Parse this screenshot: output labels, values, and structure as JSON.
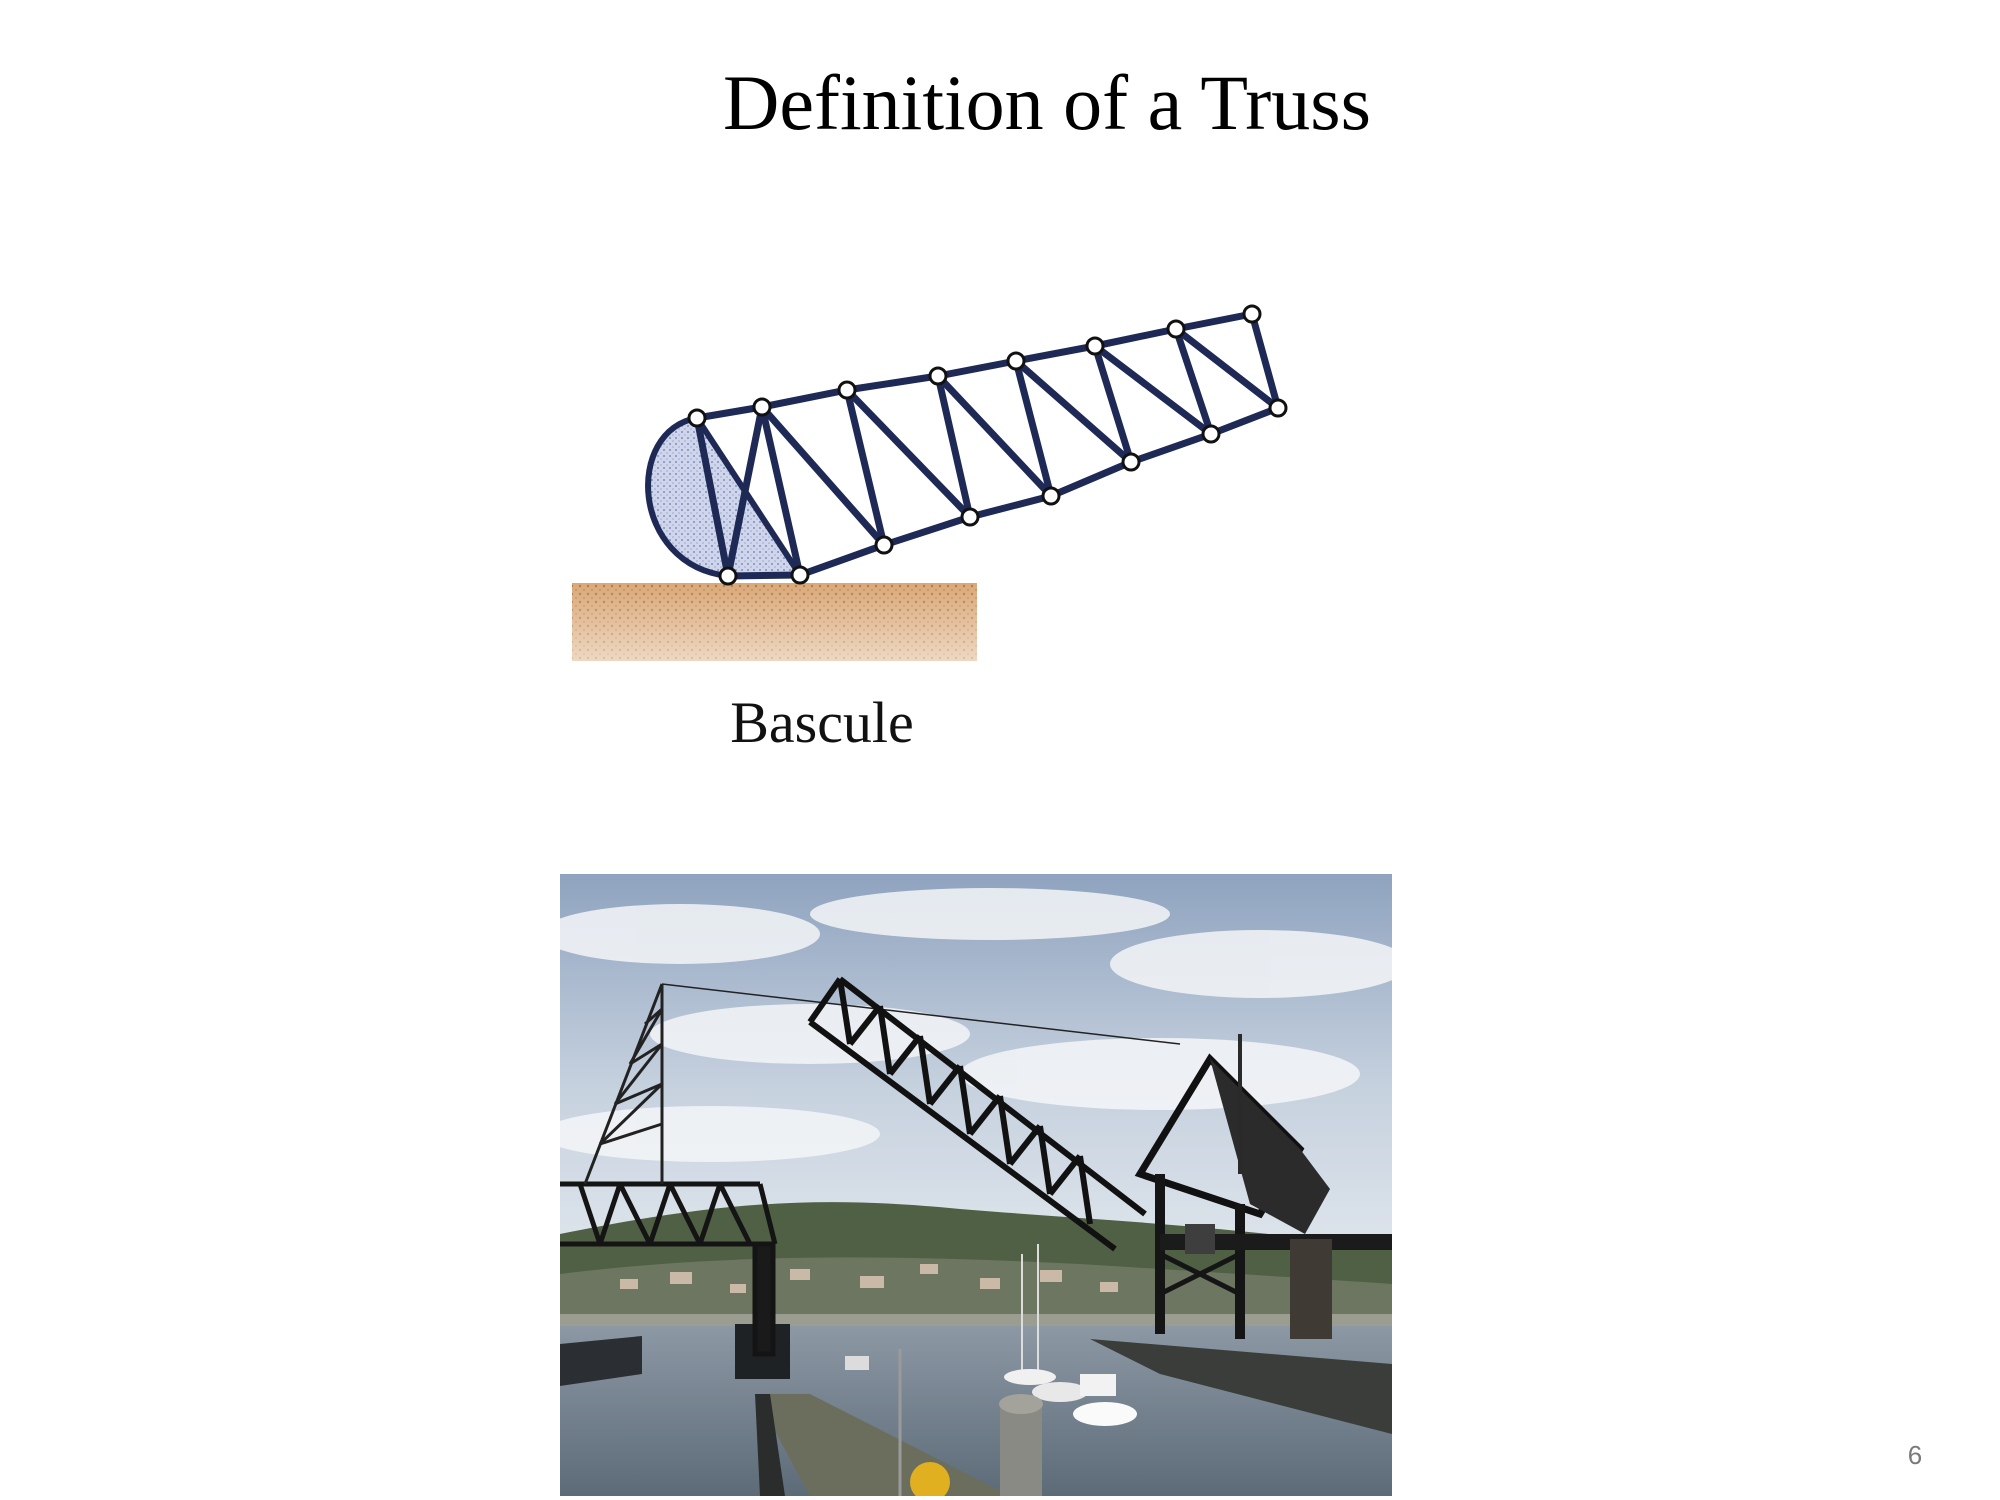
{
  "slide": {
    "title": "Definition of a Truss",
    "page_number": "6"
  },
  "diagram": {
    "caption": "Bascule"
  }
}
